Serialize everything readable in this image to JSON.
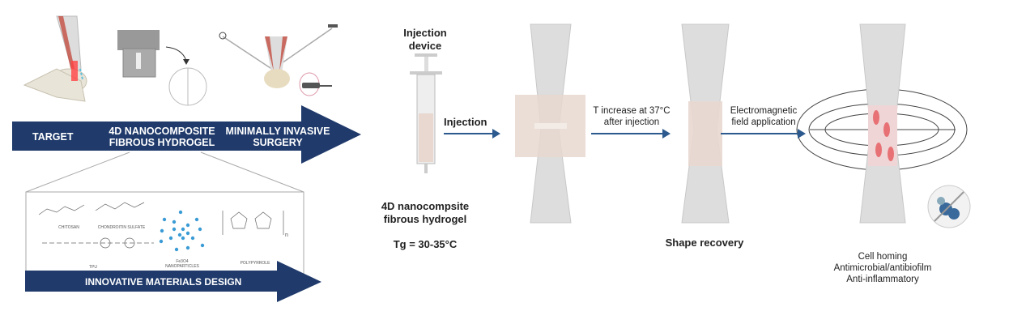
{
  "top_arrow": {
    "target": "TARGET",
    "hydrogel": "4D NANOCOMPOSITE\nFIBROUS HYDROGEL",
    "surgery": "MINIMALLY INVASIVE\nSURGERY"
  },
  "materials": {
    "chitosan": "CHITOSAN",
    "chondroitin": "CHONDROITIN SULFATE",
    "tpu": "TPU",
    "fe3o4": "Fe3O4 NANOPARTICLES",
    "polypyrrole": "POLYPYRROLE",
    "poly_n": "n",
    "arrow": "INNOVATIVE MATERIALS DESIGN"
  },
  "process": {
    "device_label": "Injection\ndevice",
    "hydrogel_label": "4D nanocompsite\nfibrous hydrogel",
    "tg": "Tg = 30-35°C",
    "step1": "Injection",
    "step2": "T increase at 37°C\nafter injection",
    "step3": "Electromagnetic\nfield application",
    "shape_recovery": "Shape recovery",
    "outcomes": "Cell homing\nAntimicrobial/antibiofilm\nAnti-inflammatory"
  },
  "colors": {
    "arrow": "#1f3a6b",
    "process_arrow": "#2d5a8e",
    "hydrogel": "#e8d8d0",
    "red": "#e5484d"
  }
}
